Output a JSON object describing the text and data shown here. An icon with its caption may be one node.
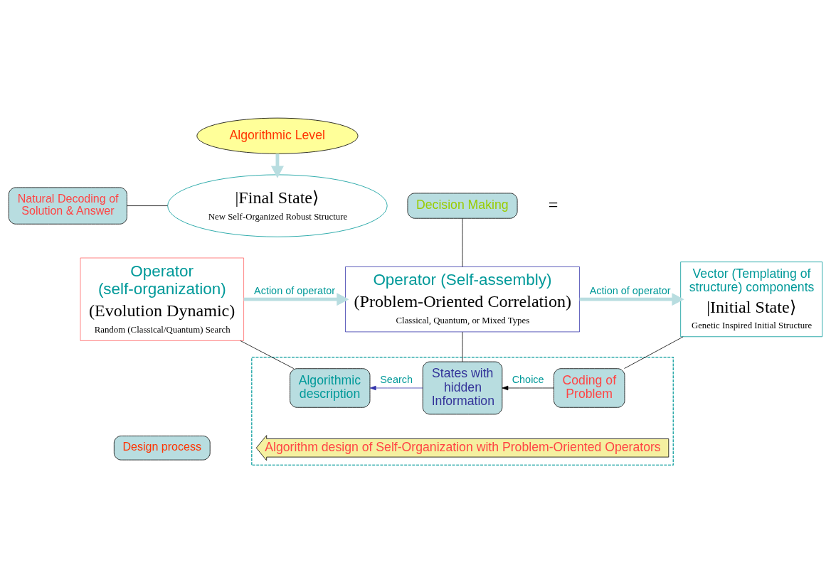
{
  "diagram": {
    "nodes": [
      {
        "text": [
          "Algorithmic Level"
        ]
      },
      {
        "text": [
          "|Final State⟩",
          "New Self-Organized Robust Structure"
        ]
      },
      {
        "text": [
          "Natural Decoding of Solution & Answer"
        ]
      },
      {
        "text": [
          "Decision Making"
        ]
      },
      {
        "text": [
          "Operator (self-organization)",
          "(Evolution Dynamic)",
          "Random (Classical/Quantum) Search"
        ]
      },
      {
        "text": [
          "Operator (Self-assembly)",
          "(Problem-Oriented Correlation)",
          "Classical, Quantum, or Mixed Types"
        ]
      },
      {
        "text": [
          "Vector (Templating of structure) components",
          "|Initial State⟩",
          "Genetic Inspired Initial Structure"
        ]
      },
      {
        "text": [
          "Design process"
        ]
      },
      {
        "text": [],
        "shape": "box"
      },
      {
        "text": [
          "Algorithmic description"
        ],
        "in": 8
      },
      {
        "text": [
          "States with hidden Information"
        ],
        "in": 8
      },
      {
        "text": [
          "Coding of Problem"
        ],
        "in": 8
      },
      {
        "text": [
          "Algorithm design of Self-Organization with Problem-Oriented Operators"
        ],
        "in": 8
      }
    ],
    "edges": [
      {
        "from": 0,
        "to": 1,
        "arrow": "to",
        "style": "thick",
        "color": "#b8dde0"
      },
      {
        "from": 2,
        "to": 1,
        "arrow": "none"
      },
      {
        "from": 3,
        "to": 5,
        "arrow": "none"
      },
      {
        "from": 4,
        "to": 5,
        "arrow": "to",
        "label": "Action of operator",
        "style": "thick",
        "color": "#b8dde0"
      },
      {
        "from": 5,
        "to": 6,
        "arrow": "to",
        "label": "Action of operator",
        "style": "thick",
        "color": "#b8dde0"
      },
      {
        "from": 9,
        "to": 4,
        "arrow": "none"
      },
      {
        "from": 10,
        "to": 5,
        "arrow": "none"
      },
      {
        "from": 11,
        "to": 6,
        "arrow": "none"
      },
      {
        "from": 10,
        "to": 9,
        "arrow": "to",
        "label": "Search",
        "color": "#3333aa"
      },
      {
        "from": 11,
        "to": 10,
        "arrow": "to",
        "label": "Choice"
      }
    ],
    "labels": [
      "="
    ]
  }
}
